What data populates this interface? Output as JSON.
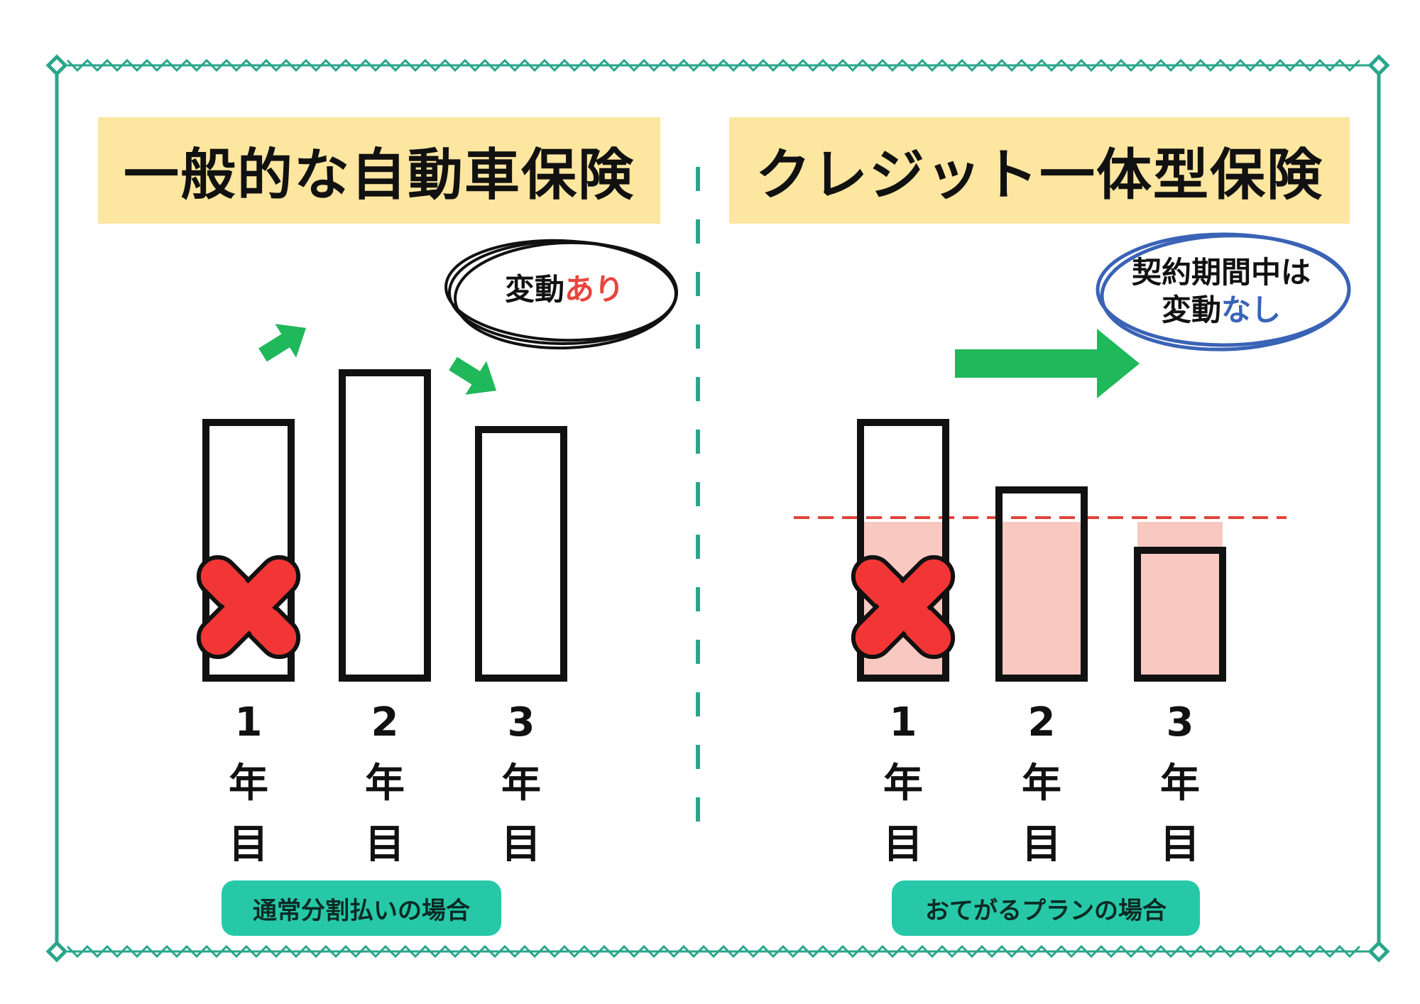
{
  "colors": {
    "frame": "#2aa68c",
    "title_bg": "#fde69f",
    "caption_bg": "#27c8a8",
    "arrow": "#1fb85a",
    "cross": "#f23636",
    "bar_fill_pink": "#f7c9c1",
    "dashed_line": "#e2453a",
    "bubble_accent_red": "#e8453c",
    "bubble_accent_blue": "#3a63b6"
  },
  "left_panel": {
    "title": "一般的な自動車保険",
    "bubble": {
      "prefix": "変動",
      "accent": "あり"
    },
    "caption": "通常分割払いの場合",
    "bars": [
      {
        "year": "1",
        "unit1": "年",
        "unit2": "目",
        "level": 0.72,
        "crossed": true
      },
      {
        "year": "2",
        "unit1": "年",
        "unit2": "目",
        "level": 0.86,
        "crossed": false
      },
      {
        "year": "3",
        "unit1": "年",
        "unit2": "目",
        "level": 0.7,
        "crossed": false
      }
    ]
  },
  "right_panel": {
    "title": "クレジット一体型保険",
    "bubble": {
      "line1": "契約期間中は",
      "prefix": "変動",
      "accent": "なし"
    },
    "caption": "おてがるプランの場合",
    "bars": [
      {
        "year": "1",
        "unit1": "年",
        "unit2": "目",
        "level": 0.72,
        "fill_level": 0.44,
        "crossed": true
      },
      {
        "year": "2",
        "unit1": "年",
        "unit2": "目",
        "level": 0.53,
        "fill_level": 0.44,
        "crossed": false
      },
      {
        "year": "3",
        "unit1": "年",
        "unit2": "目",
        "level": 0.36,
        "fill_level": 0.44,
        "crossed": false
      }
    ]
  }
}
